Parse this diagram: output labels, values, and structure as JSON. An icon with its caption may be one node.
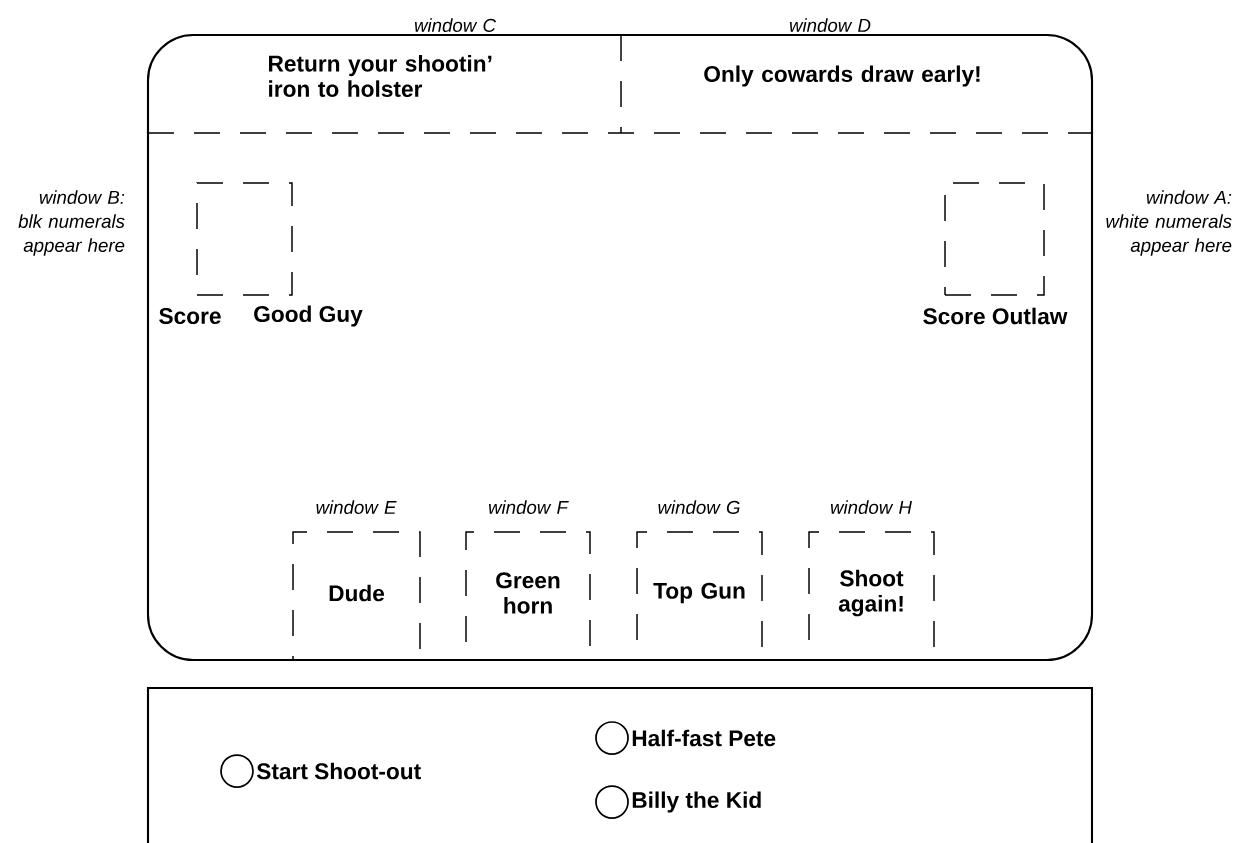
{
  "diagram": {
    "nodes": [
      {
        "text": [],
        "shape": "box"
      },
      {
        "text": [
          "Return your shootin’ iron to holster"
        ],
        "beside": [
          "window C"
        ],
        "in": 0
      },
      {
        "text": [
          "Only cowards draw early!"
        ],
        "beside": [
          "window D"
        ],
        "in": 0
      },
      {
        "text": [],
        "shape": "box",
        "beside": [
          "window B: blk numerals appear here"
        ],
        "in": 0
      },
      {
        "text": [],
        "shape": "box",
        "beside": [
          "window A: white numerals appear here"
        ],
        "in": 0
      },
      {
        "text": [
          "Dude"
        ],
        "beside": [
          "window E"
        ],
        "in": 0
      },
      {
        "text": [
          "Green horn"
        ],
        "beside": [
          "window F"
        ],
        "in": 0
      },
      {
        "text": [
          "Top Gun"
        ],
        "beside": [
          "window G"
        ],
        "in": 0
      },
      {
        "text": [
          "Shoot again!"
        ],
        "beside": [
          "window H"
        ],
        "in": 0
      },
      {
        "text": [],
        "shape": "box"
      },
      {
        "text": [
          "Start Shoot-out"
        ],
        "in": 9
      },
      {
        "text": [
          "Half-fast Pete"
        ],
        "in": 9
      },
      {
        "text": [
          "Billy the Kid"
        ],
        "in": 9
      }
    ],
    "labels": [
      "Score",
      "Good Guy",
      "Score Outlaw"
    ]
  }
}
